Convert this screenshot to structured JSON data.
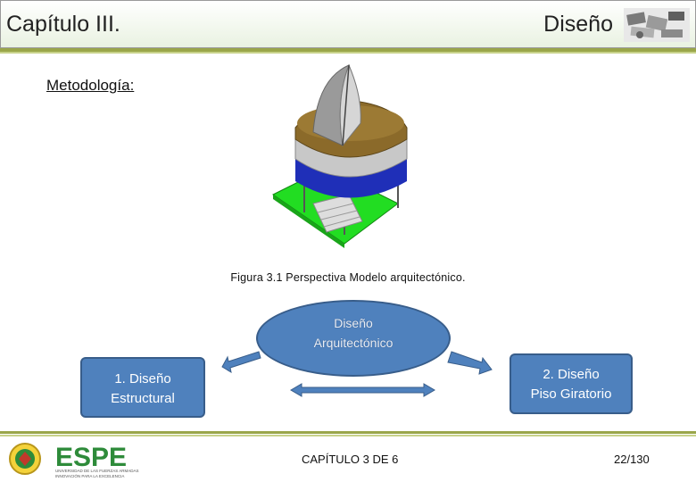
{
  "header": {
    "chapter": "Capítulo III.",
    "title": "Diseño"
  },
  "subtitle": "Metodología:",
  "figure": {
    "caption": "Figura 3.1 Perspectiva Modelo arquitectónico."
  },
  "diagram": {
    "center": {
      "line1": "Diseño",
      "line2": "Arquitectónico"
    },
    "left": {
      "line1": "1. Diseño",
      "line2": "Estructural"
    },
    "right": {
      "line1": "2. Diseño",
      "line2": "Piso Giratorio"
    }
  },
  "footer": {
    "logo_text": "ESPE",
    "logo_subtext": "UNIVERSIDAD DE LAS FUERZAS ARMADAS",
    "logo_subtext2": "INNOVACIÓN PARA LA EXCELENCIA",
    "center": "CAPÍTULO 3 DE 6",
    "page": "22/130"
  },
  "colors": {
    "shape_fill": "#4f81bd",
    "shape_border": "#385d8a",
    "accent_green": "#9aa64a",
    "logo_green": "#2e8b3a"
  }
}
